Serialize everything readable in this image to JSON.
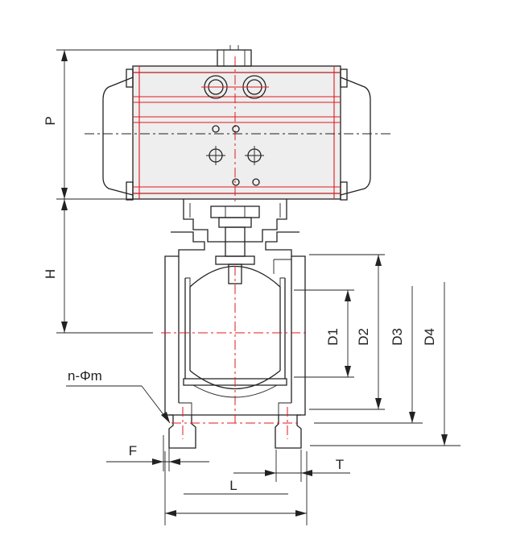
{
  "diagram": {
    "labels": {
      "P": "P",
      "H": "H",
      "D1": "D1",
      "D2": "D2",
      "D3": "D3",
      "D4": "D4",
      "n_phi_m": "n-Φm",
      "F": "F",
      "T": "T",
      "L": "L"
    },
    "colors": {
      "line": "#222222",
      "accent": "#e0191e",
      "actuator_fill": "#eeeeee"
    }
  }
}
